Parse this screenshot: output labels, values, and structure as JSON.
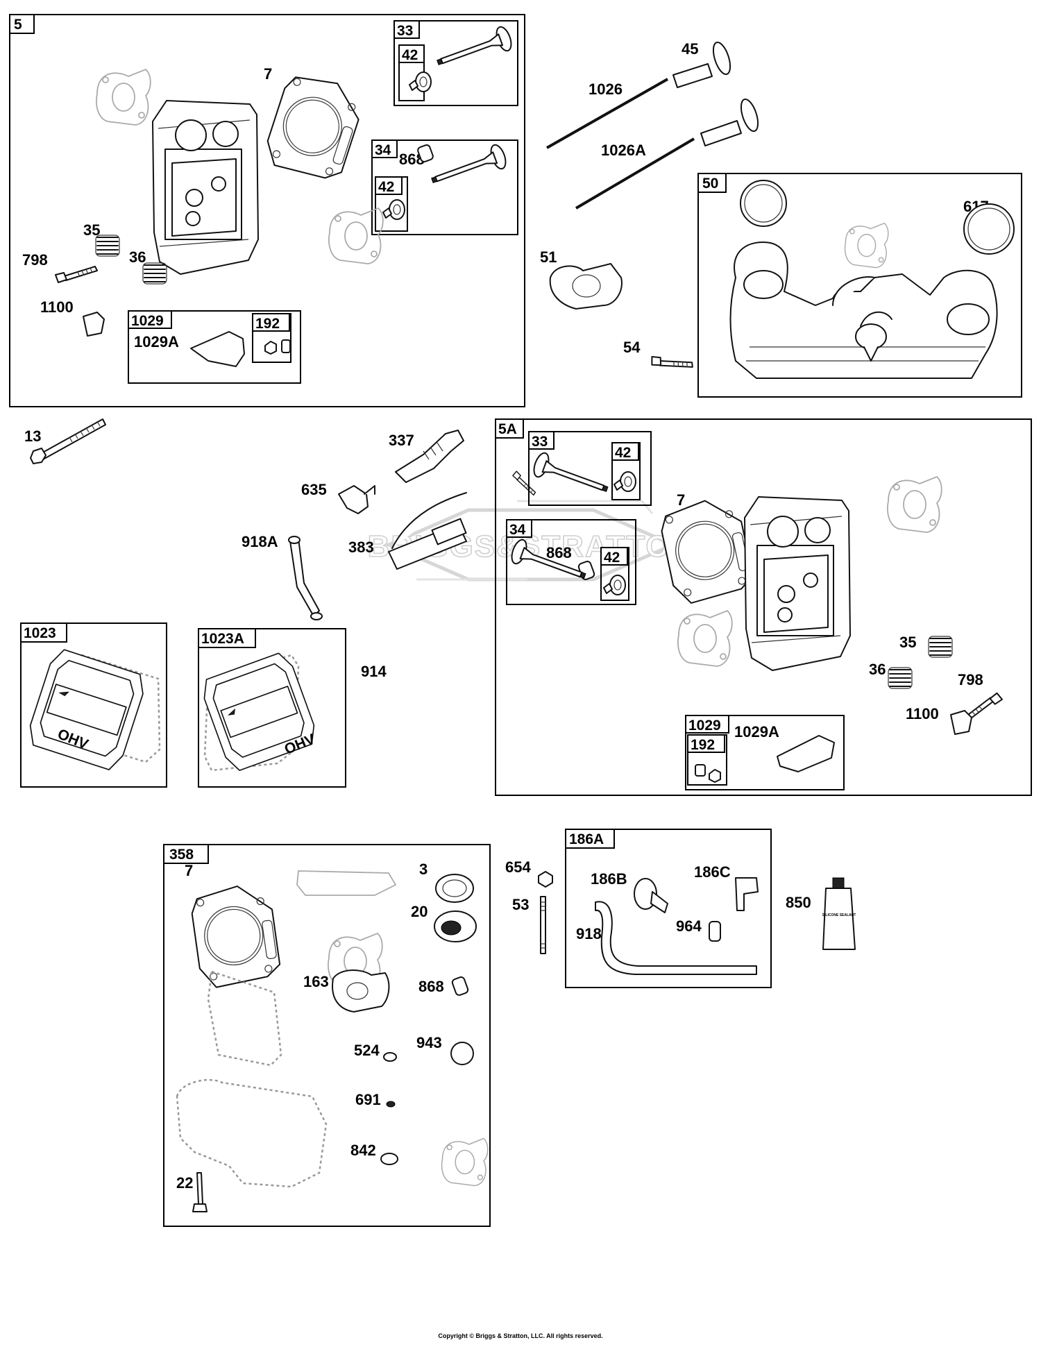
{
  "watermark": "BRIGGS&STRATTON",
  "copyright": "Copyright © Briggs & Stratton, LLC. All rights reserved.",
  "groups": {
    "g5": "5",
    "g33": "33",
    "g42a": "42",
    "g34": "34",
    "g42b": "42",
    "g1029": "1029",
    "g192": "192",
    "g50": "50",
    "g5A": "5A",
    "g33b": "33",
    "g42c": "42",
    "g34b": "34",
    "g42d": "42",
    "g1029b": "1029",
    "g192b": "192",
    "g1023": "1023",
    "g1023A": "1023A",
    "g358": "358",
    "g186A": "186A"
  },
  "labels": {
    "p7a": "7",
    "p868a": "868",
    "p35a": "35",
    "p798a": "798",
    "p36a": "36",
    "p1100a": "1100",
    "p1029Aa": "1029A",
    "p45": "45",
    "p1026": "1026",
    "p1026A": "1026A",
    "p617": "617",
    "p51": "51",
    "p54": "54",
    "p13": "13",
    "p337": "337",
    "p635": "635",
    "p918A": "918A",
    "p383": "383",
    "p914": "914",
    "p7b": "7",
    "p868b": "868",
    "p35b": "35",
    "p36b": "36",
    "p798b": "798",
    "p1100b": "1100",
    "p1029Ab": "1029A",
    "p7c": "7",
    "p3": "3",
    "p20": "20",
    "p163": "163",
    "p868c": "868",
    "p524": "524",
    "p943": "943",
    "p691": "691",
    "p842": "842",
    "p22": "22",
    "p654": "654",
    "p53": "53",
    "p186B": "186B",
    "p186C": "186C",
    "p918": "918",
    "p964": "964",
    "p850": "850"
  },
  "ohv_text": "OHV",
  "tube_text": "SILICONE SEALANT"
}
